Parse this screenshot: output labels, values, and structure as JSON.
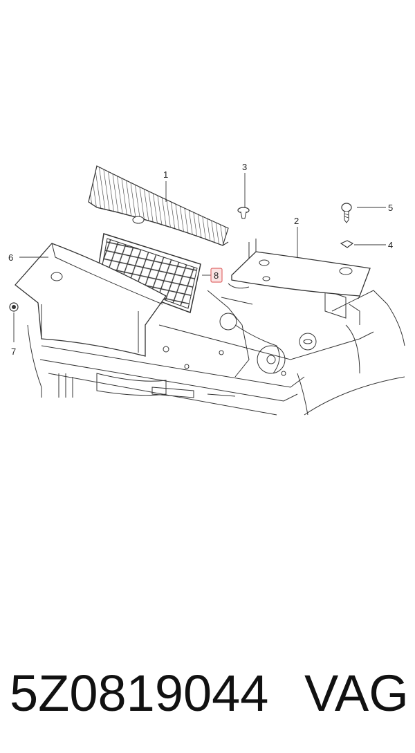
{
  "diagram": {
    "callouts": [
      {
        "id": "1",
        "label": "1",
        "highlighted": false
      },
      {
        "id": "2",
        "label": "2",
        "highlighted": false
      },
      {
        "id": "3",
        "label": "3",
        "highlighted": false
      },
      {
        "id": "4",
        "label": "4",
        "highlighted": false
      },
      {
        "id": "5",
        "label": "5",
        "highlighted": false
      },
      {
        "id": "6",
        "label": "6",
        "highlighted": false
      },
      {
        "id": "7",
        "label": "7",
        "highlighted": false
      },
      {
        "id": "8",
        "label": "8",
        "highlighted": true
      }
    ],
    "colors": {
      "line": "#333333",
      "highlight_border": "#e06a6a",
      "highlight_fill": "#fbe3e3"
    }
  },
  "footer": {
    "part_number": "5Z0819044",
    "brand": "VAG"
  }
}
